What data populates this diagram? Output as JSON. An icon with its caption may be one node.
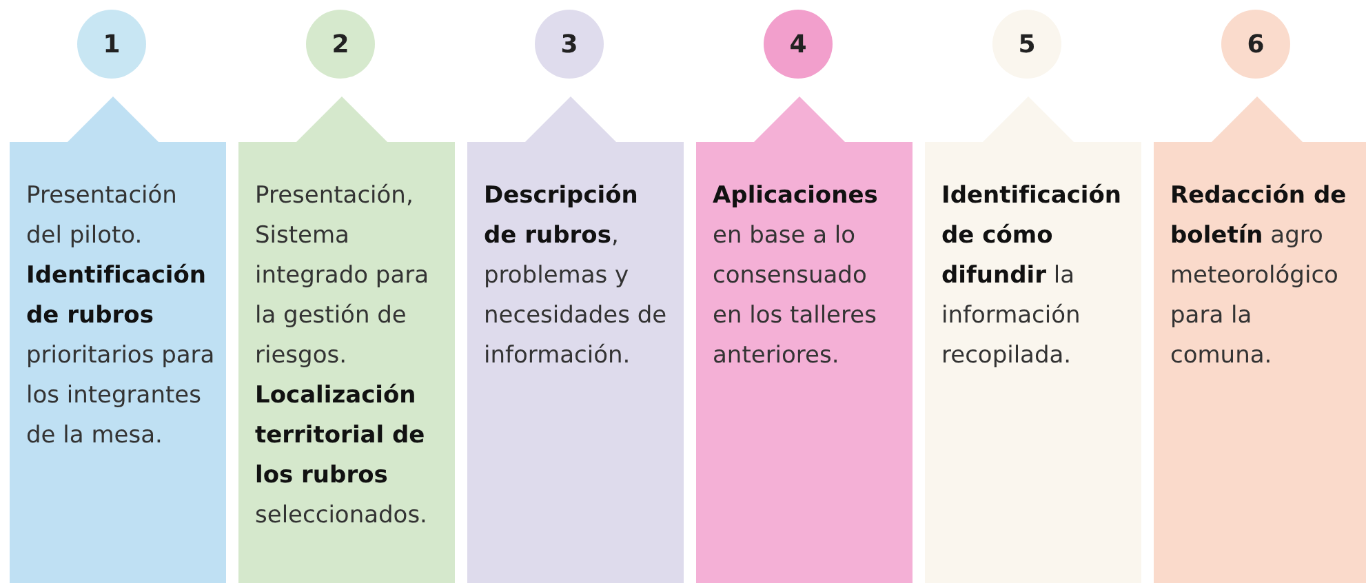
{
  "diagram": {
    "nodes": [
      {
        "text": [
          "1"
        ]
      },
      {
        "text": [
          "Presentación del piloto. **Identificación de rubros** prioritarios para los integrantes de la mesa."
        ]
      },
      {
        "text": [
          "2"
        ]
      },
      {
        "text": [
          "Presentación, Sistema integrado para la gestión de riesgos. **Localización territorial de los rubros** seleccionados."
        ]
      },
      {
        "text": [
          "3"
        ]
      },
      {
        "text": [
          "**Descripción de rubros**, problemas y necesidades de información."
        ]
      },
      {
        "text": [
          "4"
        ]
      },
      {
        "text": [
          "**Aplicaciones** en base a lo consensuado en los talleres anteriores."
        ]
      },
      {
        "text": [
          "5"
        ]
      },
      {
        "text": [
          "**Identificación de cómo difundir** la información recopilada."
        ]
      },
      {
        "text": [
          "6"
        ]
      },
      {
        "text": [
          "**Redacción de boletín** agro meteorológico para la comuna."
        ]
      }
    ]
  }
}
